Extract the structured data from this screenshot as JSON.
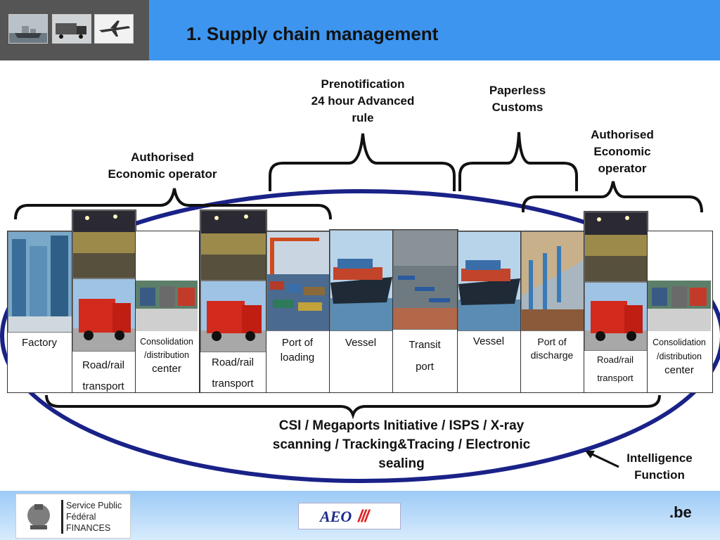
{
  "header": {
    "title": "1.  Supply chain management",
    "thumbnails": [
      "ship-thumbnail",
      "truck-thumbnail",
      "airplane-thumbnail"
    ]
  },
  "labels": {
    "prenotification": "Prenotification\n24 hour Advanced\nrule",
    "paperless": "Paperless\nCustoms",
    "aeo_left": "Authorised\nEconomic operator",
    "aeo_right": "Authorised\nEconomic\noperator",
    "bottom": "CSI / Megaports Initiative / ISPS / X-ray\nscanning / Tracking&Tracing / Electronic\nsealing",
    "intelligence": "Intelligence\nFunction"
  },
  "chain": {
    "factory": "Factory",
    "road_rail_1_line1": "Road/rail",
    "road_rail_1_line2": "transport",
    "consolidation_1_line1": "Consolidation",
    "consolidation_1_line2": "/distribution",
    "consolidation_1_line3": "center",
    "road_rail_2_line1": "Road/rail",
    "road_rail_2_line2": "transport",
    "port_loading": "Port of\nloading",
    "vessel_1": "Vessel",
    "transit_line1": "Transit",
    "transit_line2": "port",
    "vessel_2": "Vessel",
    "port_discharge": "Port of\ndischarge",
    "road_rail_3_line1": "Road/rail",
    "road_rail_3_line2": "transport",
    "consolidation_2_line1": "Consolidation",
    "consolidation_2_line2": "/distribution",
    "consolidation_2_line3": "center"
  },
  "footer": {
    "logo_text": "Service Public\nFédéral\nFINANCES",
    "aeo": "AEO",
    "aeo_mark": "///",
    "be": ".be"
  },
  "colors": {
    "header_blue": "#3d95ef",
    "header_dark": "#555555",
    "ellipse": "#1a2288",
    "aeo_blue": "#1a2a8a",
    "aeo_red": "#e02020",
    "aeo_yellow": "#f0c000"
  }
}
